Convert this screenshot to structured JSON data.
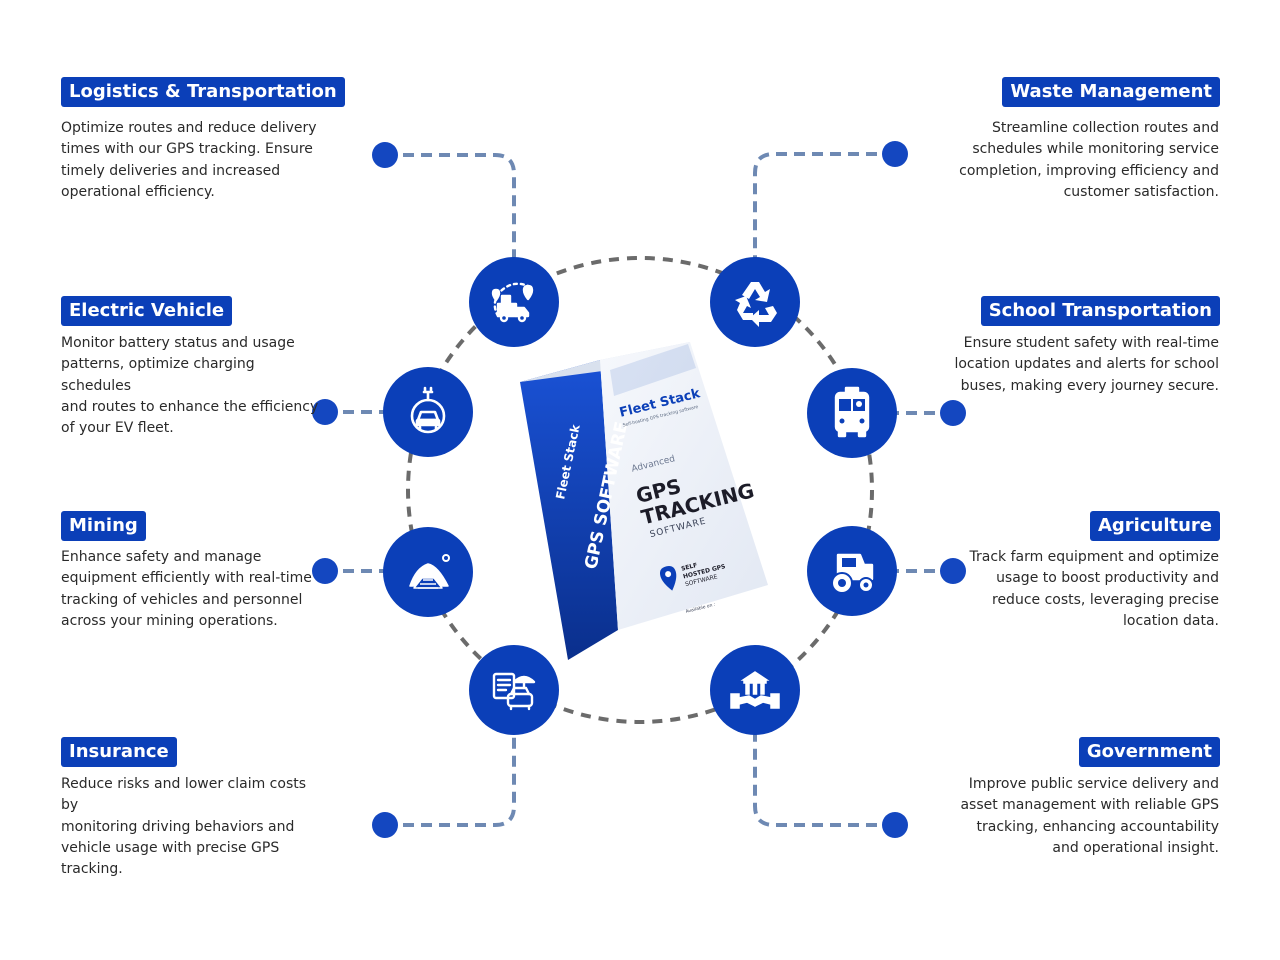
{
  "sectors": [
    {
      "key": "logistics",
      "title": "Logistics & Transportation",
      "icon": "delivery-truck-route-icon",
      "lines": [
        "Optimize routes and reduce delivery",
        "times with our GPS tracking. Ensure",
        "timely deliveries and increased",
        "operational efficiency."
      ]
    },
    {
      "key": "electric-vehicle",
      "title": "Electric Vehicle",
      "icon": "ev-charging-car-icon",
      "lines": [
        "Monitor battery status and usage",
        "patterns, optimize charging schedules",
        "and routes to enhance the efficiency",
        "of your EV fleet."
      ]
    },
    {
      "key": "mining",
      "title": "Mining",
      "icon": "mining-mound-icon",
      "lines": [
        "Enhance safety and manage",
        "equipment efficiently with real-time",
        "tracking of vehicles and personnel",
        "across your mining operations."
      ]
    },
    {
      "key": "insurance",
      "title": "Insurance",
      "icon": "insured-vehicle-umbrella-icon",
      "lines": [
        "Reduce risks and lower claim costs by",
        "monitoring driving behaviors and",
        "vehicle usage with precise GPS",
        "tracking."
      ]
    },
    {
      "key": "waste",
      "title": "Waste Management",
      "icon": "recycle-icon",
      "lines": [
        "Streamline collection routes and",
        "schedules while monitoring service",
        "completion, improving efficiency and",
        "customer satisfaction."
      ]
    },
    {
      "key": "school",
      "title": "School Transportation",
      "icon": "school-bus-icon",
      "lines": [
        "Ensure student safety with real-time",
        "location updates and alerts for school",
        "buses, making every journey secure."
      ]
    },
    {
      "key": "agriculture",
      "title": "Agriculture",
      "icon": "tractor-icon",
      "lines": [
        "Track farm equipment and optimize",
        "usage to boost productivity and",
        "reduce costs, leveraging precise",
        "location data."
      ]
    },
    {
      "key": "government",
      "title": "Government",
      "icon": "government-handshake-icon",
      "lines": [
        "Improve public service delivery and",
        "asset management with reliable GPS",
        "tracking, enhancing accountability",
        "and operational insight."
      ]
    }
  ],
  "product": {
    "brand": "Fleet Stack",
    "tagline": "Self-hosting GPS tracking software",
    "side_text": "GPS SOFTWARE",
    "edition": "Advanced",
    "title_line1": "GPS",
    "title_line2": "TRACKING",
    "subtitle": "SOFTWARE",
    "badge_line1": "SELF",
    "badge_line2": "HOSTED GPS",
    "badge_line3": "SOFTWARE",
    "available": "Available on :"
  },
  "colors": {
    "primary": "#0b3fb8",
    "dots": "#1447c0",
    "connector": "#6e89b3",
    "ring": "#6b6b6b"
  }
}
